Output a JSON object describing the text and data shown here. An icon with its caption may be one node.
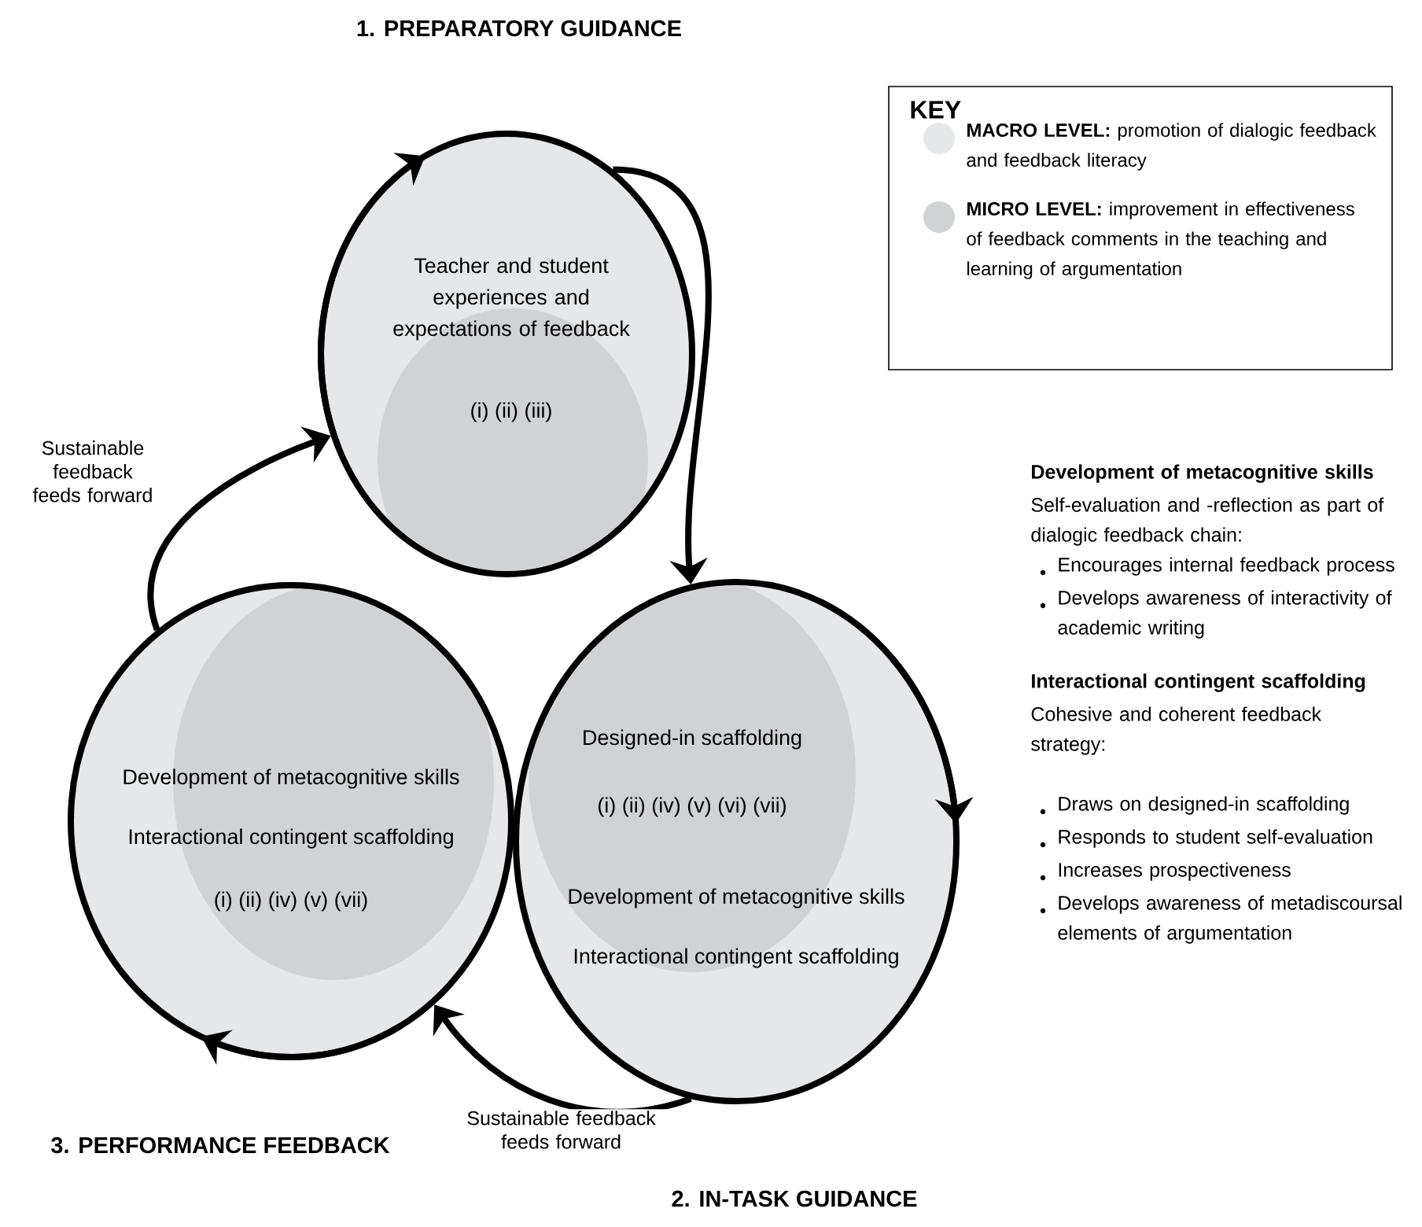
{
  "diagram": {
    "nodes": [
      {
        "text": [
          "1. PREPARATORY GUIDANCE",
          "Teacher and student experiences and expectations of feedback"
        ]
      },
      {
        "text": [
          "(i) (ii) (iii)"
        ],
        "in": 0
      },
      {
        "text": [
          "2. IN-TASK GUIDANCE"
        ]
      },
      {
        "text": [
          "Designed-in scaffolding",
          "(i) (ii) (iv) (v) (vi) (vii)",
          "Development of metacognitive skills",
          "Interactional contingent scaffolding"
        ],
        "in": 2
      },
      {
        "text": [
          "3. PERFORMANCE FEEDBACK"
        ]
      },
      {
        "text": [
          "Development of metacognitive skills",
          "Interactional contingent scaffolding",
          "(i) (ii) (iv) (v) (vii)"
        ],
        "in": 4
      }
    ],
    "edges": [
      {
        "from": 0,
        "to": 2,
        "arrow": "to"
      },
      {
        "from": 2,
        "to": 4,
        "arrow": "to",
        "label": "Sustainable feedback feeds forward"
      },
      {
        "from": 4,
        "to": 0,
        "arrow": "to",
        "label": "Sustainable feedback feeds forward"
      }
    ],
    "labels": [
      "KEY",
      "Development of metacognitive skills",
      "Self-evaluation and -reflection as part of dialogic feedback chain:",
      "Encourages internal feedback process",
      "Develops awareness of interactivity of academic writing",
      "Interactional contingent scaffolding",
      "Cohesive and coherent feedback strategy:",
      "Draws on designed-in scaffolding",
      "Responds to student self-evaluation",
      "Increases prospectiveness",
      "Develops awareness of metadiscoursal elements of argumentation"
    ],
    "legend": [
      {
        "text": "**MACRO LEVEL:** promotion of dialogic feedback and feedback literacy",
        "color": "#e6e7e8"
      },
      {
        "text": "**MICRO LEVEL:** improvement in effectiveness of feedback comments in the teaching and learning of argumentation",
        "color": "#d1d2d4"
      }
    ]
  }
}
